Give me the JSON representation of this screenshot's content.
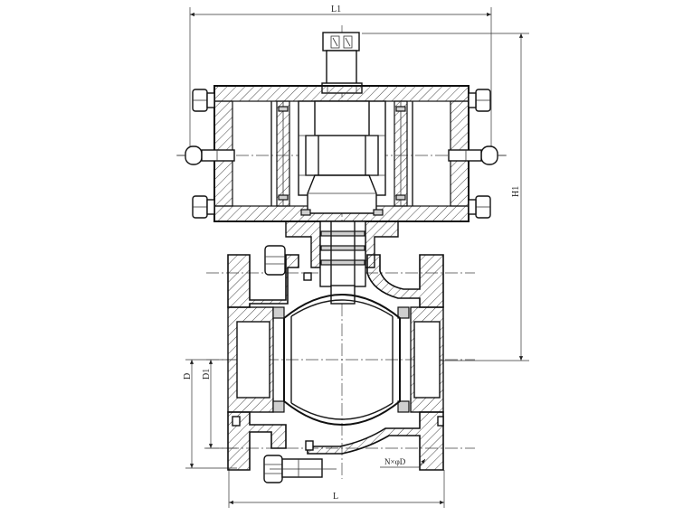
{
  "labels": {
    "L1": "L1",
    "H1": "H1",
    "D": "D",
    "D1": "D1",
    "L": "L",
    "bolt_note": "N×φD"
  },
  "colors": {
    "line": "#1a1a1a",
    "hatch": "#333333",
    "seal": "#cfcfcf"
  }
}
